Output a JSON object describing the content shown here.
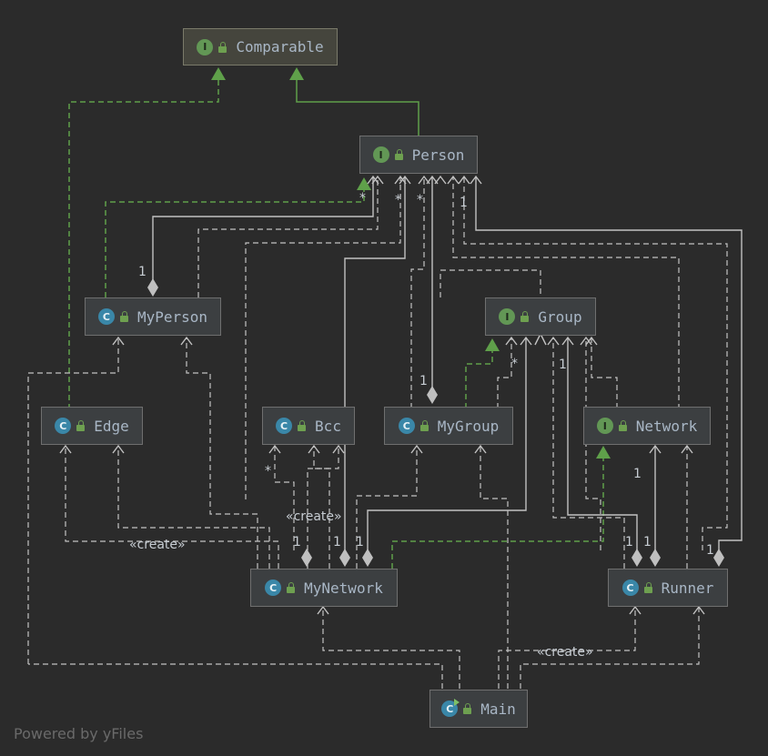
{
  "footer": "Powered by yFiles",
  "colors": {
    "background": "#2b2b2b",
    "node": "#3c3f41",
    "association": "#bfbfbf",
    "realization": "#5fa04a"
  },
  "nodes": [
    {
      "id": "Comparable",
      "kind": "I",
      "label": "Comparable",
      "icon": "interface-icon"
    },
    {
      "id": "Person",
      "kind": "I",
      "label": "Person",
      "icon": "interface-icon"
    },
    {
      "id": "MyPerson",
      "kind": "C",
      "label": "MyPerson",
      "icon": "class-icon"
    },
    {
      "id": "Group",
      "kind": "I",
      "label": "Group",
      "icon": "interface-icon"
    },
    {
      "id": "Edge",
      "kind": "C",
      "label": "Edge",
      "icon": "class-icon"
    },
    {
      "id": "Bcc",
      "kind": "C",
      "label": "Bcc",
      "icon": "class-icon"
    },
    {
      "id": "MyGroup",
      "kind": "C",
      "label": "MyGroup",
      "icon": "class-icon"
    },
    {
      "id": "Network",
      "kind": "I",
      "label": "Network",
      "icon": "interface-icon"
    },
    {
      "id": "MyNetwork",
      "kind": "C",
      "label": "MyNetwork",
      "icon": "class-icon"
    },
    {
      "id": "Runner",
      "kind": "C",
      "label": "Runner",
      "icon": "class-icon"
    },
    {
      "id": "Main",
      "kind": "M",
      "label": "Main",
      "icon": "main-class-icon"
    }
  ],
  "edge_labels": {
    "create_edge": "«create»",
    "create_bcc": "«create»",
    "create_runner": "«create»",
    "one": "1",
    "many": "*"
  }
}
